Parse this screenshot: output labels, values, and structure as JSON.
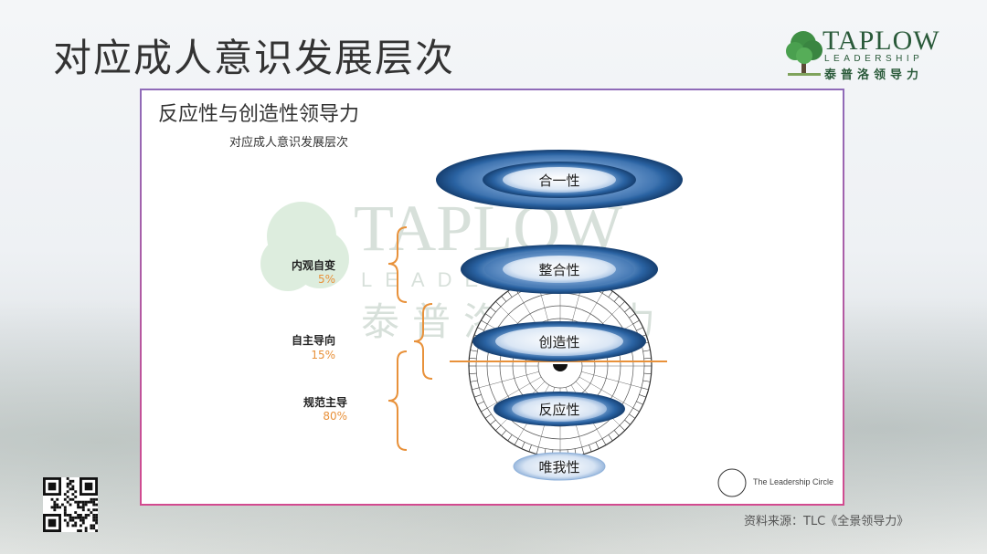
{
  "slide": {
    "title": "对应成人意识发展层次"
  },
  "logo": {
    "word": "TAPLOW",
    "sub": "LEADERSHIP",
    "cn": "泰普洛领导力"
  },
  "panel": {
    "title": "反应性与创造性领导力",
    "subtitle": "对应成人意识发展层次",
    "watermark": "TAPLOW LEADERSHIP 泰普洛领导力"
  },
  "levels": [
    "合一性",
    "整合性",
    "创造性",
    "反应性",
    "唯我性"
  ],
  "side_groups": [
    {
      "name": "内观自变",
      "percent": "5%"
    },
    {
      "name": "自主导向",
      "percent": "15%"
    },
    {
      "name": "规范主导",
      "percent": "80%"
    }
  ],
  "tlc_logo": "The Leadership Circle",
  "source": "资料来源：TLC《全景领导力》",
  "colors": {
    "orange": "#e8913a",
    "blue_dark": "#1f4f86",
    "blue_light": "#e6eef8",
    "frame_top": "#8f6bb8",
    "frame_bottom": "#d24a8f"
  }
}
